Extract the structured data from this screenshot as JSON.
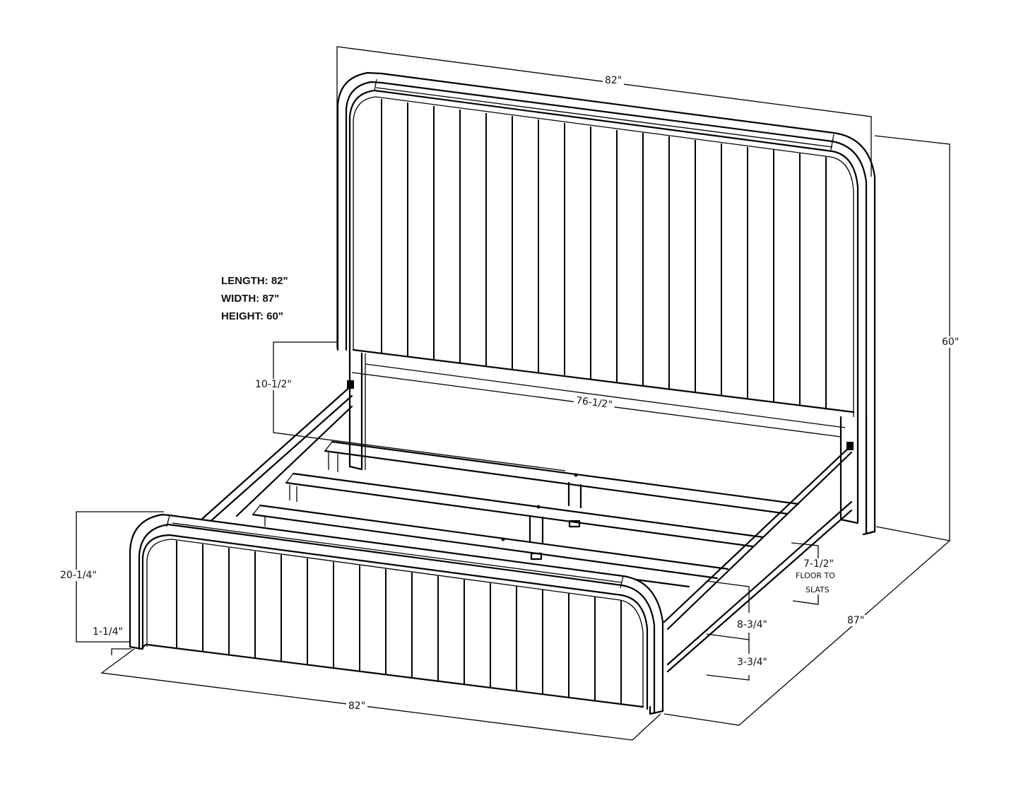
{
  "diagram": {
    "subject": "Upholstered bed frame with channel-tufted headboard and footboard",
    "specs": {
      "length": "LENGTH: 82\"",
      "width": "WIDTH: 87\"",
      "height": "HEIGHT: 60\""
    },
    "dimensions": {
      "headboard_width": "82\"",
      "overall_height": "60\"",
      "headboard_clearance": "10-1/2\"",
      "inner_width": "76-1/2\"",
      "footboard_height": "20-1/4\"",
      "leg_height": "1-1/4\"",
      "footboard_width": "82\"",
      "overall_length": "87\"",
      "floor_to_slats_value": "7-1/2\"",
      "floor_to_slats_line1": "FLOOR TO",
      "floor_to_slats_line2": "SLATS",
      "rail_height": "8-3/4\"",
      "rail_clearance": "3-3/4\""
    },
    "colors": {
      "line": "#000000",
      "background": "#ffffff"
    }
  }
}
